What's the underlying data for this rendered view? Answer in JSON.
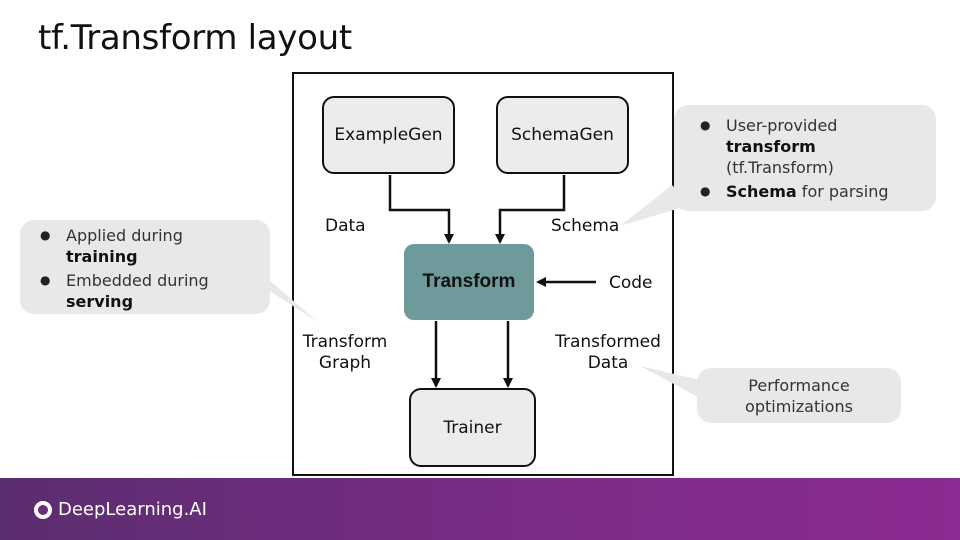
{
  "slide": {
    "title": "tf.Transform layout"
  },
  "diagram": {
    "nodes": {
      "example_gen": "ExampleGen",
      "schema_gen": "SchemaGen",
      "transform": "Transform",
      "trainer": "Trainer"
    },
    "edge_labels": {
      "data": "Data",
      "schema": "Schema",
      "code": "Code",
      "transform_graph_line1": "Transform",
      "transform_graph_line2": "Graph",
      "transformed_data_line1": "Transformed",
      "transformed_data_line2": "Data"
    },
    "colors": {
      "node_fill": "#ececec",
      "transform_fill": "#6e9a9b",
      "callout_fill": "#e8e8e8"
    }
  },
  "callouts": {
    "left": {
      "item1_pre": "Applied during",
      "item1_bold": "training",
      "item2_pre": "Embedded during",
      "item2_bold": "serving"
    },
    "right": {
      "item1_pre": "User-provided",
      "item1_bold": "transform",
      "item1_post": "(tf.Transform)",
      "item2_bold": "Schema",
      "item2_post": " for parsing"
    },
    "bottom": {
      "line1": "Performance",
      "line2": "optimizations"
    }
  },
  "footer": {
    "brand": "DeepLearning.AI",
    "colors": [
      "#5b2d6f",
      "#8d2a93"
    ]
  }
}
